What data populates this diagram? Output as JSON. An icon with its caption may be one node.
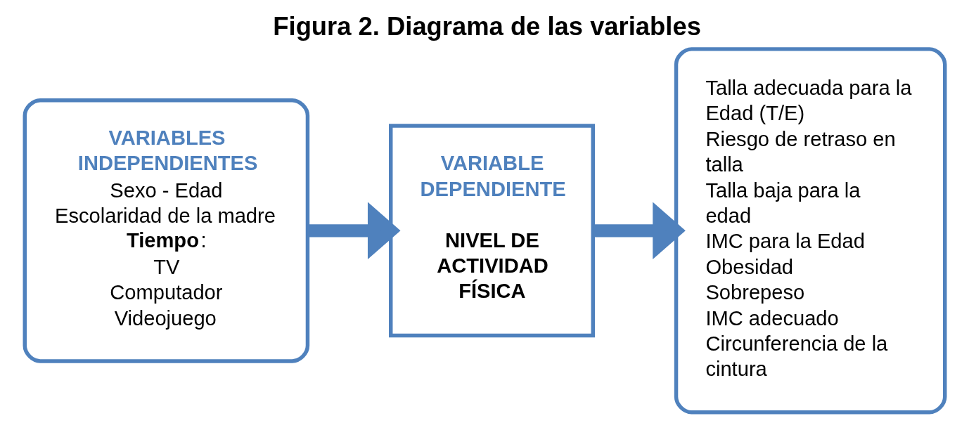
{
  "diagram": {
    "title": "Figura 2. Diagrama de las variables",
    "nodes": [
      {
        "text": [
          "VARIABLES INDEPENDIENTES",
          "Sexo - Edad",
          "Escolaridad de la madre",
          "**Tiempo**:",
          "TV",
          "Computador",
          "Videojuego"
        ]
      },
      {
        "text": [
          "VARIABLE DEPENDIENTE",
          "NIVEL DE ACTIVIDAD FÍSICA"
        ]
      },
      {
        "text": [
          "Talla adecuada para la Edad (T/E)",
          "Riesgo de retraso en talla",
          "Talla baja para la edad",
          "IMC para la Edad",
          "Obesidad",
          "Sobrepeso",
          "IMC adecuado",
          "Circunferencia de la cintura"
        ]
      }
    ],
    "edges": [
      {
        "from": 0,
        "to": 1,
        "arrow": "to"
      },
      {
        "from": 1,
        "to": 2,
        "arrow": "to"
      }
    ]
  }
}
